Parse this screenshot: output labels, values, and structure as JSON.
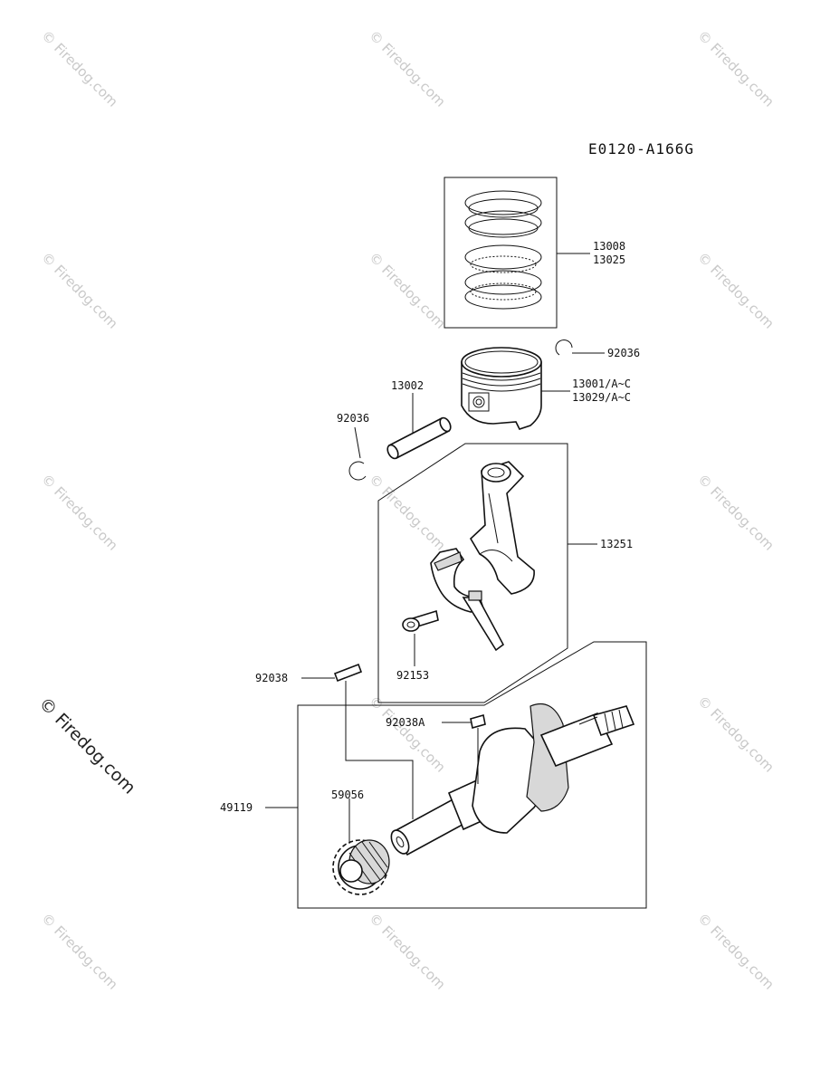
{
  "diagram": {
    "code": "E0120-A166G",
    "watermark": "© Firedog.com",
    "parts": {
      "rings": "13008\n13025",
      "ring_a": "13008",
      "ring_b": "13025",
      "clip_right": "92036",
      "piston_a": "13001/A~C",
      "piston_b": "13029/A~C",
      "pin": "13002",
      "clip_left": "92036",
      "rod": "13251",
      "bolt": "92153",
      "key": "92038",
      "key_a": "92038A",
      "crankshaft": "49119",
      "gear": "59056"
    }
  }
}
